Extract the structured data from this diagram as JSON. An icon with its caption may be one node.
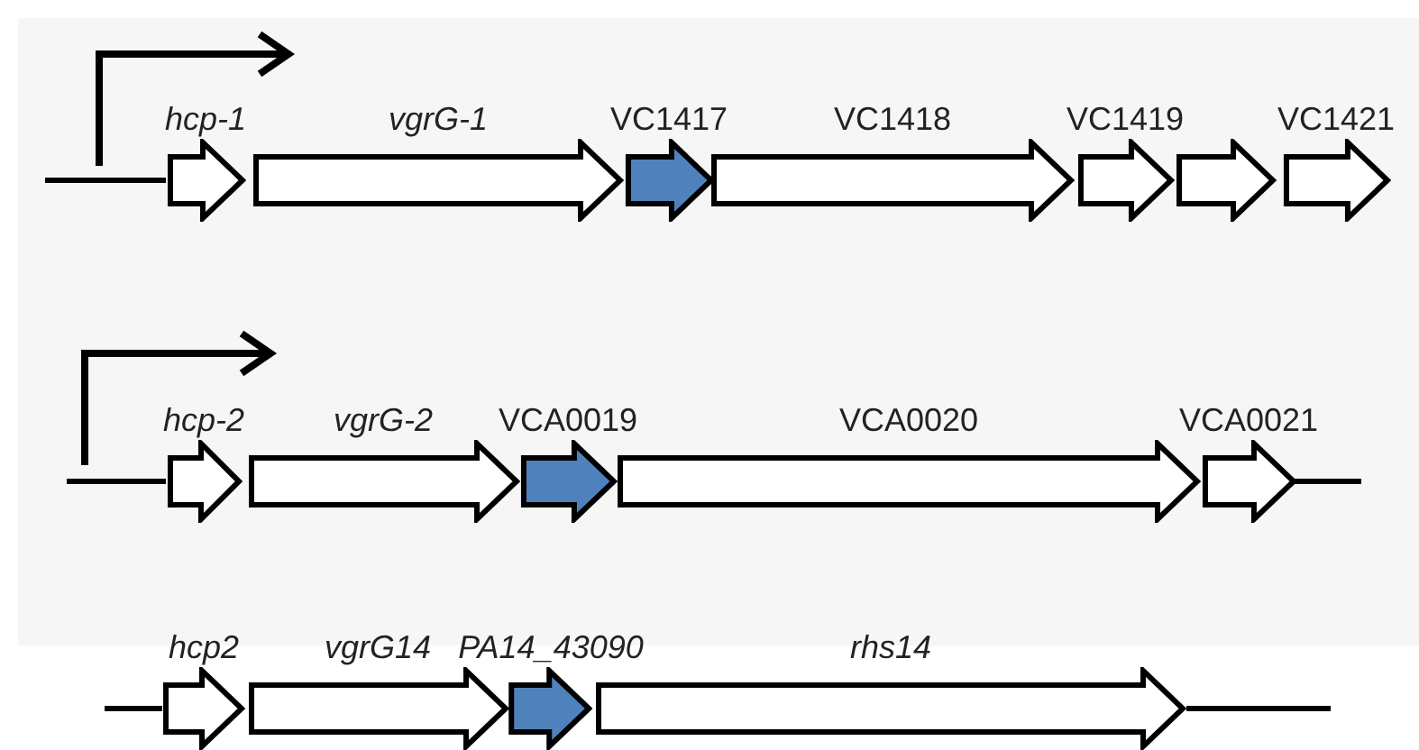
{
  "diagram": {
    "nodes": [
      {
        "text": [
          "hcp-1"
        ]
      },
      {
        "text": [
          "vgrG-1"
        ]
      },
      {
        "text": [
          "VC1417"
        ]
      },
      {
        "text": [
          "VC1418"
        ]
      },
      {
        "text": [
          "VC1419"
        ]
      },
      {
        "text": [],
        "shape": "arrow"
      },
      {
        "text": [
          "VC1421"
        ]
      },
      {
        "text": [
          "hcp-2"
        ]
      },
      {
        "text": [
          "vgrG-2"
        ]
      },
      {
        "text": [
          "VCA0019"
        ]
      },
      {
        "text": [
          "VCA0020"
        ]
      },
      {
        "text": [
          "VCA0021"
        ]
      },
      {
        "text": [
          "hcp2"
        ]
      },
      {
        "text": [
          "vgrG14"
        ]
      },
      {
        "text": [
          "PA14_43090"
        ]
      },
      {
        "text": [
          "rhs14"
        ]
      }
    ]
  }
}
